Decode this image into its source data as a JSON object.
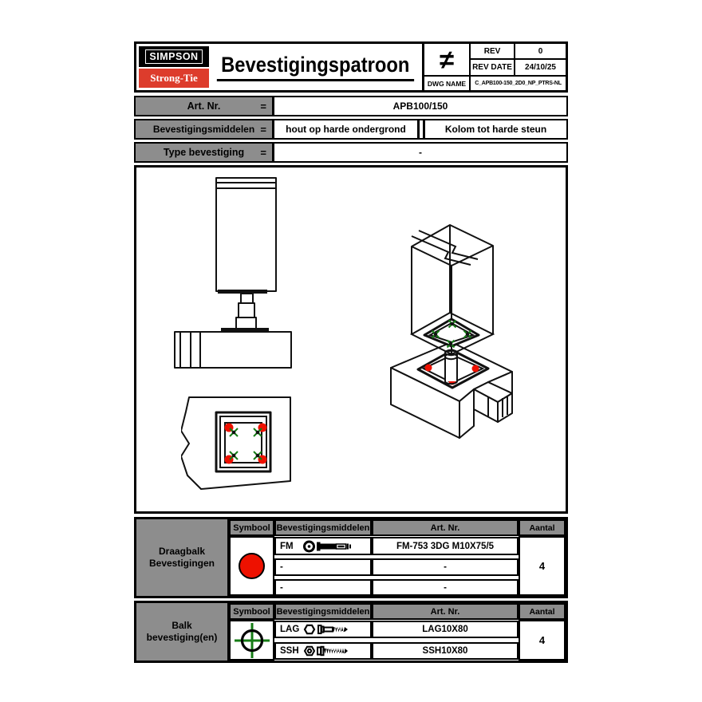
{
  "brand": {
    "line1": "SIMPSON",
    "line2": "Strong-Tie"
  },
  "header": {
    "title": "Bevestigingspatroon",
    "scale_symbol": "≠",
    "rev_label": "REV",
    "rev_value": "0",
    "rev_date_label": "REV DATE",
    "rev_date_value": "24/10/25",
    "dwg_label": "DWG NAME",
    "dwg_value": "C_APB100-150_2D0_NP_PTRS-NL"
  },
  "info": {
    "rows": [
      {
        "label": "Art. Nr.",
        "eq": "=",
        "value": "APB100/150"
      },
      {
        "label": "Bevestigingsmiddelen",
        "eq": "=",
        "value_left": "hout op harde ondergrond",
        "value_right": "Kolom tot harde steun"
      },
      {
        "label": "Type bevestiging",
        "eq": "=",
        "value": "-"
      }
    ]
  },
  "tables": [
    {
      "group_line1": "Draagbalk",
      "group_line2": "Bevestigingen",
      "headers": {
        "symbool": "Symbool",
        "middelen": "Bevestigingsmiddelen",
        "artnr": "Art. Nr.",
        "aantal": "Aantal"
      },
      "rows": [
        {
          "code": "FM",
          "art": "FM-753 3DG M10X75/5"
        },
        {
          "code": "-",
          "art": "-"
        },
        {
          "code": "-",
          "art": "-"
        }
      ],
      "aantal": "4"
    },
    {
      "group_line1": "Balk",
      "group_line2": "bevestiging(en)",
      "headers": {
        "symbool": "Symbool",
        "middelen": "Bevestigingsmiddelen",
        "artnr": "Art. Nr.",
        "aantal": "Aantal"
      },
      "rows": [
        {
          "code": "LAG",
          "art": "LAG10X80"
        },
        {
          "code": "SSH",
          "art": "SSH10X80"
        }
      ],
      "aantal": "4"
    }
  ],
  "colors": {
    "table_gray": "#8d8d8d",
    "logo_red": "#dd3c2c",
    "symbol_red": "#ee1100",
    "marker_green": "#157c15"
  }
}
